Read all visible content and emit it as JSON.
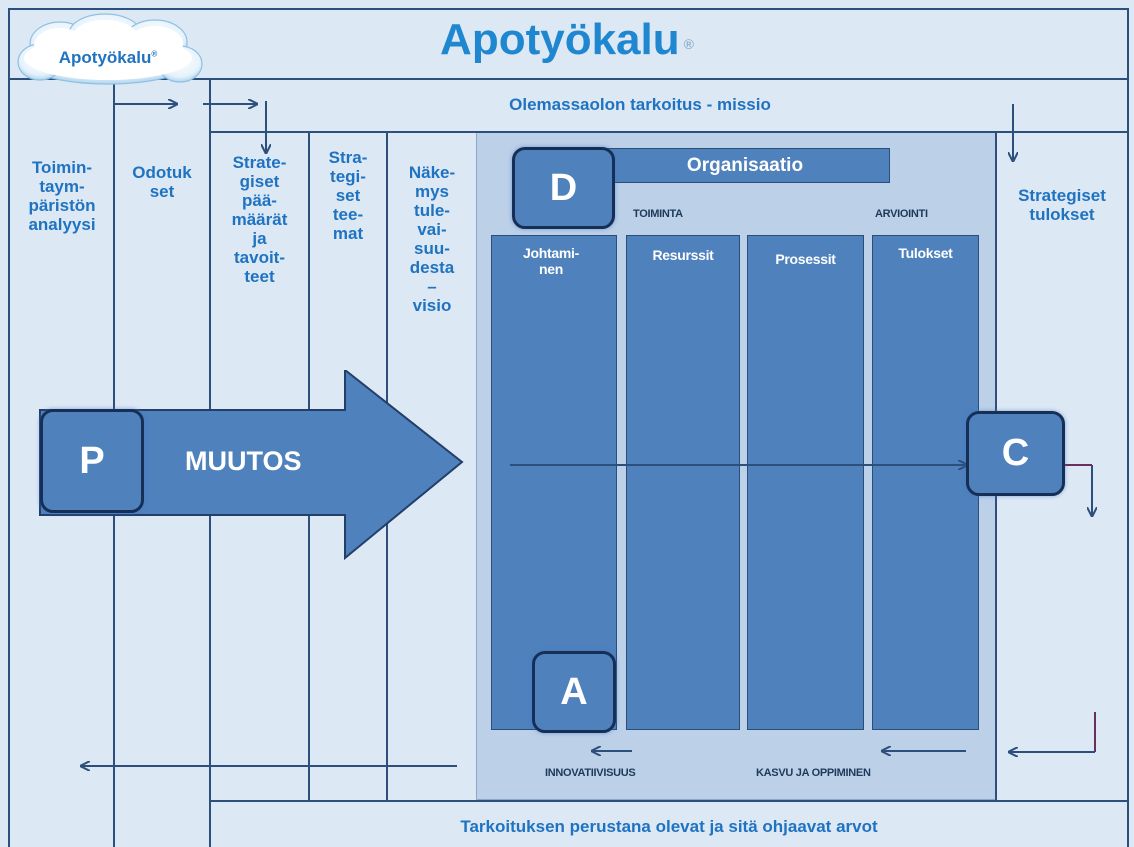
{
  "header": {
    "title": "Apotyökalu",
    "registered_mark": "®",
    "cloud_logo_text": "Apotyökalu",
    "cloud_logo_mark": "®"
  },
  "top_band": {
    "mission": "Olemassaolon tarkoitus - missio"
  },
  "bottom_band": {
    "values": "Tarkoituksen perustana olevat ja sitä ohjaavat arvot"
  },
  "columns": {
    "environment_analysis": "Toimin-\ntaym-\npäristön\nanalyysi",
    "expectations": "Odotuk\nset",
    "strategic_goals": "Strate-\ngiset\npää-\nmäärät\nja\ntavoit-\nteet",
    "strategic_themes": "Stra-\ntegi-\nset\ntee-\nmat",
    "vision": "Näke-\nmys\ntule-\nvai-\nsuu-\ndesta\n–\nvisio",
    "strategic_results": "Strategiset\ntulokset"
  },
  "organisation": {
    "title": "Organisaatio",
    "operations_label": "TOIMINTA",
    "evaluation_label": "ARVIOINTI",
    "bars": [
      "Johtami-\nnen",
      "Resurssit",
      "Prosessit",
      "Tulokset"
    ],
    "innovativeness": "INNOVATIIVISUUS",
    "learning": "KASVU JA OPPIMINEN"
  },
  "pdca": {
    "plan": "P",
    "do": "D",
    "check": "C",
    "act": "A"
  },
  "change_arrow": {
    "label": "MUUTOS"
  },
  "colors": {
    "background": "#dde8f5",
    "title_blue": "#1f73c0",
    "box_blue": "#4f81bd",
    "line_navy": "#2c4f7c",
    "org_panel": "#bcd0e8"
  }
}
